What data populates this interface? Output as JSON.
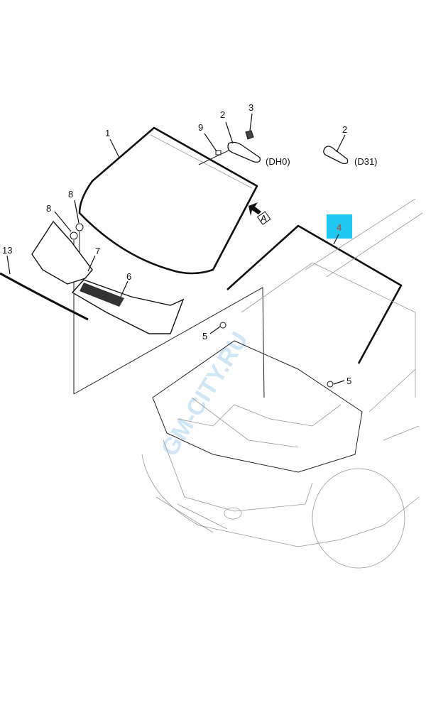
{
  "callouts": {
    "windshield": "1",
    "mirror_dh0": "2",
    "mirror_cover": "3",
    "molding": "4",
    "clip_left": "5",
    "clip_right": "5",
    "cowl_panel": "6",
    "cowl_seal": "7",
    "push_pin_upper": "8",
    "push_pin_lower": "8",
    "mirror_pad": "9",
    "mirror_d31": "2",
    "weatherstrip": "13"
  },
  "option_codes": {
    "dh0": "(DH0)",
    "d31": "(D31)"
  },
  "view_marker": "A",
  "watermark": "GM-CITY.RU",
  "colors": {
    "highlight": "#1ec8f0",
    "highlight_text": "#c0392b"
  }
}
